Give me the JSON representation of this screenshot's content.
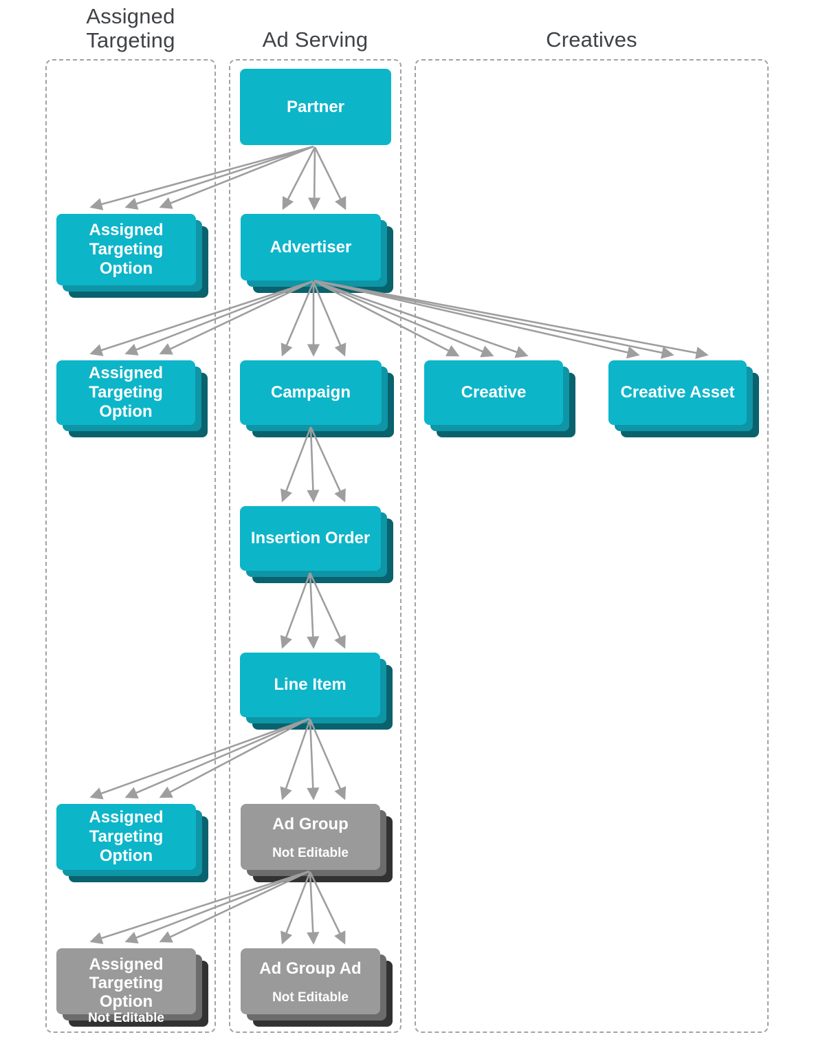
{
  "headers": {
    "assigned_targeting": "Assigned\nTargeting",
    "ad_serving": "Ad Serving",
    "creatives": "Creatives"
  },
  "nodes": {
    "partner": {
      "label": "Partner"
    },
    "advertiser": {
      "label": "Advertiser"
    },
    "assigned_targeting_option_1": {
      "label": "Assigned\nTargeting\nOption"
    },
    "assigned_targeting_option_2": {
      "label": "Assigned\nTargeting\nOption"
    },
    "campaign": {
      "label": "Campaign"
    },
    "creative": {
      "label": "Creative"
    },
    "creative_asset": {
      "label": "Creative Asset"
    },
    "insertion_order": {
      "label": "Insertion Order"
    },
    "line_item": {
      "label": "Line Item"
    },
    "ad_group": {
      "label": "Ad Group",
      "sublabel": "Not Editable"
    },
    "assigned_targeting_option_3": {
      "label": "Assigned\nTargeting\nOption"
    },
    "assigned_targeting_option_not_editable": {
      "label": "Assigned\nTargeting Option",
      "sublabel": "Not Editable"
    },
    "ad_group_ad": {
      "label": "Ad Group Ad",
      "sublabel": "Not Editable"
    }
  },
  "edges": [
    {
      "from": "partner",
      "to": "advertiser"
    },
    {
      "from": "partner",
      "to": "assigned_targeting_option_1"
    },
    {
      "from": "advertiser",
      "to": "campaign"
    },
    {
      "from": "advertiser",
      "to": "assigned_targeting_option_2"
    },
    {
      "from": "advertiser",
      "to": "creative"
    },
    {
      "from": "advertiser",
      "to": "creative_asset"
    },
    {
      "from": "campaign",
      "to": "insertion_order"
    },
    {
      "from": "insertion_order",
      "to": "line_item"
    },
    {
      "from": "line_item",
      "to": "ad_group"
    },
    {
      "from": "line_item",
      "to": "assigned_targeting_option_3"
    },
    {
      "from": "ad_group",
      "to": "ad_group_ad"
    },
    {
      "from": "ad_group",
      "to": "assigned_targeting_option_not_editable"
    }
  ],
  "colors": {
    "cyan": "#0db5c9",
    "cyan_mid": "#0e95a6",
    "cyan_dark": "#09626d",
    "gray": "#9a9a9a",
    "gray_mid": "#6c6c6c",
    "gray_dark": "#323232",
    "arrow": "#9e9e9e",
    "dash": "#a2a2a2",
    "header": "#3f4246",
    "node_text": "#ffffff"
  }
}
